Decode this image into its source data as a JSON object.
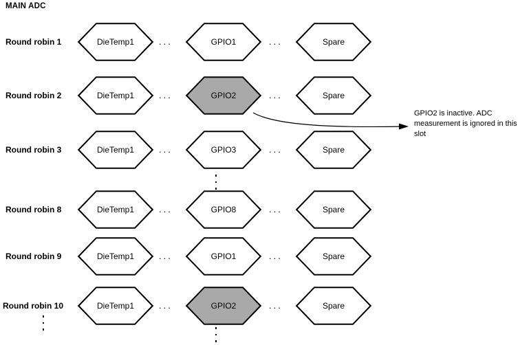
{
  "diagram": {
    "title": "MAIN ADC",
    "colors": {
      "stroke": "#000000",
      "fill_normal": "#ffffff",
      "fill_inactive": "#a9a9a9",
      "text": "#000000"
    },
    "column_separator": "...",
    "rows": [
      {
        "label": "Round robin 1",
        "cells": [
          {
            "text": "DieTemp1",
            "state": "active"
          },
          {
            "text": "GPIO1",
            "state": "active"
          },
          {
            "text": "Spare",
            "state": "active"
          }
        ]
      },
      {
        "label": "Round robin 2",
        "cells": [
          {
            "text": "DieTemp1",
            "state": "active"
          },
          {
            "text": "GPIO2",
            "state": "inactive"
          },
          {
            "text": "Spare",
            "state": "active"
          }
        ]
      },
      {
        "label": "Round robin 3",
        "cells": [
          {
            "text": "DieTemp1",
            "state": "active"
          },
          {
            "text": "GPIO3",
            "state": "active"
          },
          {
            "text": "Spare",
            "state": "active"
          }
        ]
      },
      {
        "label": "Round robin 8",
        "cells": [
          {
            "text": "DieTemp1",
            "state": "active"
          },
          {
            "text": "GPIO8",
            "state": "active"
          },
          {
            "text": "Spare",
            "state": "active"
          }
        ]
      },
      {
        "label": "Round robin 9",
        "cells": [
          {
            "text": "DieTemp1",
            "state": "active"
          },
          {
            "text": "GPIO1",
            "state": "active"
          },
          {
            "text": "Spare",
            "state": "active"
          }
        ]
      },
      {
        "label": "Round robin 10",
        "cells": [
          {
            "text": "DieTemp1",
            "state": "inactive_last"
          },
          {
            "text": "GPIO2",
            "state": "inactive"
          },
          {
            "text": "Spare",
            "state": "active"
          }
        ]
      }
    ],
    "annotation": {
      "text": "GPIO2 is inactive.  ADC measurement is ignored in this slot"
    }
  }
}
